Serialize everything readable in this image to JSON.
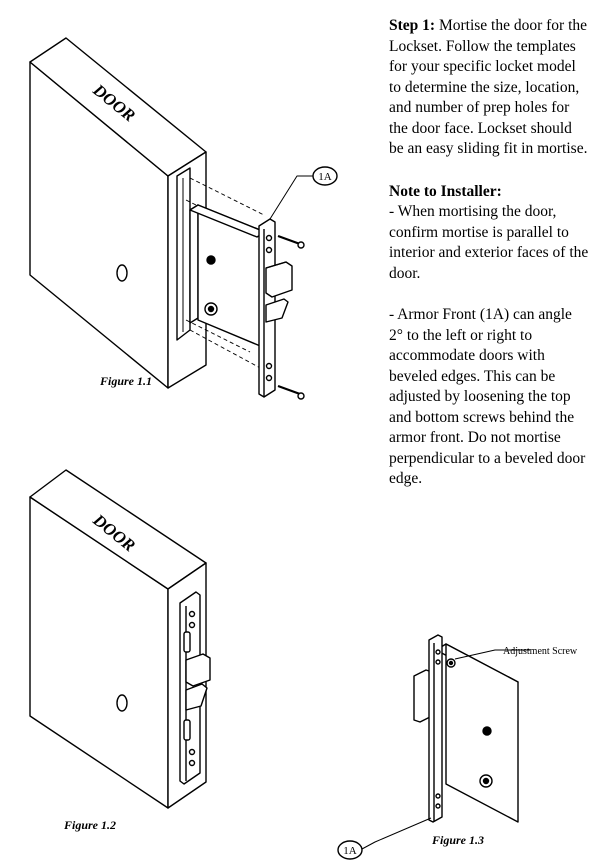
{
  "step1": {
    "label": "Step 1:",
    "text": " Mortise the door for the Lockset. Follow the templates for your specific locket model to determine the size, location, and number of prep holes for the door face. Lockset should be an easy sliding fit in mortise."
  },
  "note": {
    "title": "Note to Installer:",
    "items": [
      "- When mortising the door, confirm mortise is parallel to interior and exterior faces of the door.",
      "- Armor Front (1A) can angle 2° to the left or right to accommodate doors with beveled edges. This can be adjusted by loosening the top and bottom screws behind the armor front. Do not mortise perpendicular to a beveled door edge."
    ]
  },
  "figures": {
    "fig1": {
      "caption": "Figure 1.1",
      "door_label": "DOOR",
      "callout": "1A"
    },
    "fig2": {
      "caption": "Figure 1.2",
      "door_label": "DOOR"
    },
    "fig3": {
      "caption": "Figure 1.3",
      "callout": "1A",
      "adjustment_label": "Adjustment Screw"
    }
  }
}
